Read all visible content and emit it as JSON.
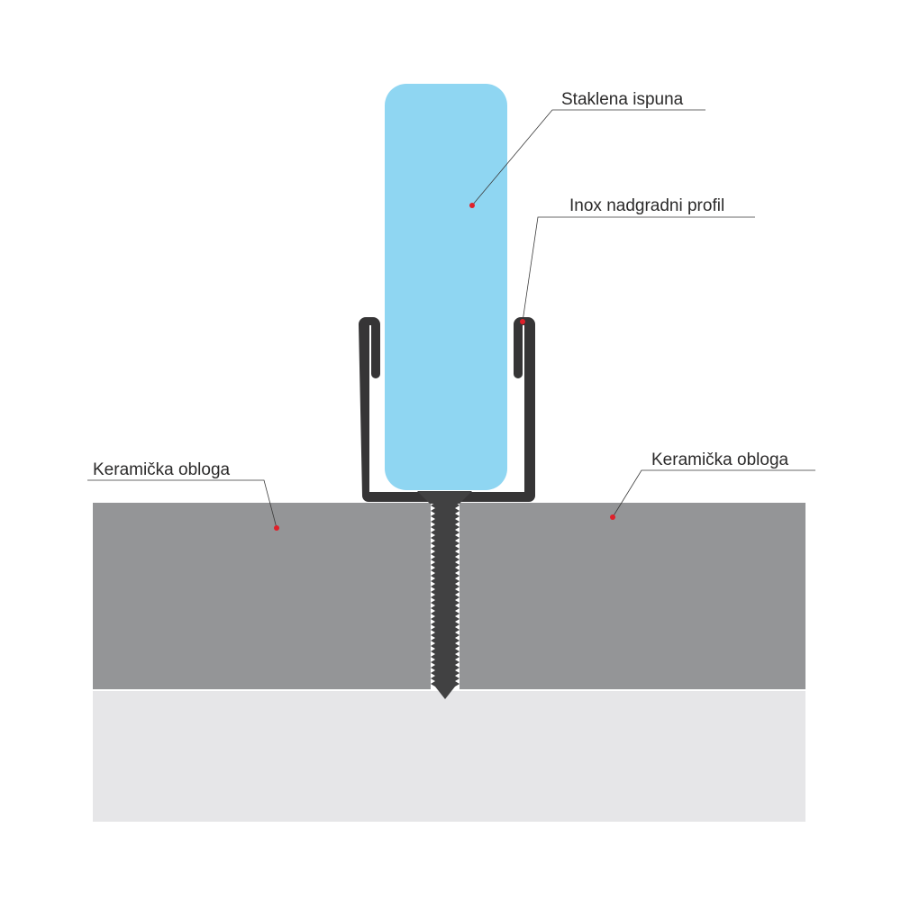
{
  "labels": {
    "glass": "Staklena ispuna",
    "profile": "Inox nadgradni profil",
    "tile_left": "Keramička obloga",
    "tile_right": "Keramička obloga"
  },
  "colors": {
    "glass": "#8fd6f2",
    "profile": "#363536",
    "tile": "#949597",
    "base": "#e6e6e8",
    "screw": "#414142",
    "marker": "#e0202a",
    "leader": "#3a3a3a"
  }
}
